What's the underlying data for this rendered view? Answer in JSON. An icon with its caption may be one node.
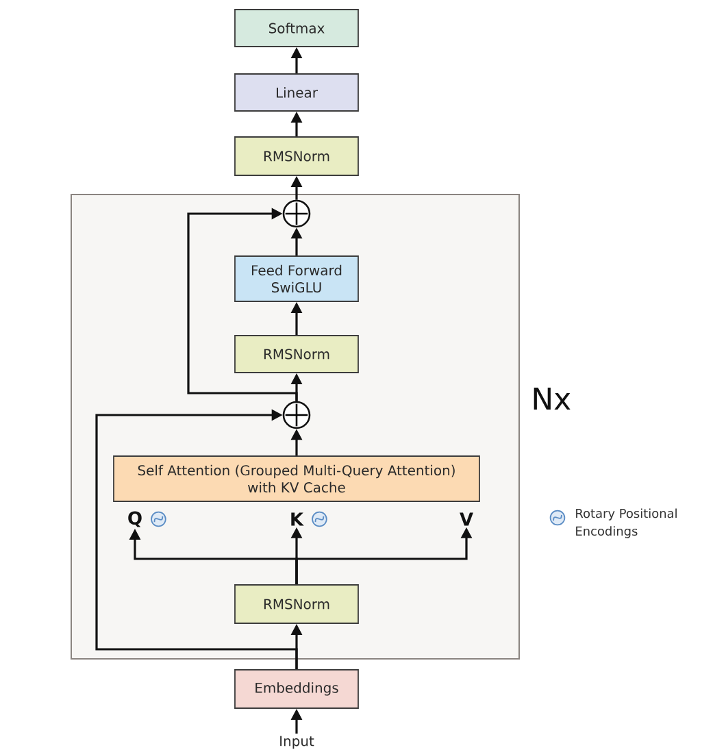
{
  "diagram": {
    "nodes": [
      {
        "text": [
          "Softmax"
        ]
      },
      {
        "text": [
          "Linear"
        ]
      },
      {
        "text": [
          "RMSNorm"
        ]
      },
      {
        "text": [
          "Nx"
        ]
      },
      {
        "text": [],
        "shape": "circle",
        "in": 3
      },
      {
        "text": [
          "Feed Forward SwiGLU"
        ],
        "in": 3
      },
      {
        "text": [
          "RMSNorm"
        ],
        "in": 3
      },
      {
        "text": [],
        "shape": "circle",
        "in": 3
      },
      {
        "text": [
          "Self Attention (Grouped Multi-Query Attention) with KV Cache"
        ],
        "in": 3
      },
      {
        "text": [
          "Q"
        ],
        "in": 3
      },
      {
        "text": [
          "K"
        ],
        "in": 3
      },
      {
        "text": [
          "V"
        ],
        "in": 3
      },
      {
        "text": [
          "RMSNorm"
        ],
        "in": 3
      },
      {
        "text": [
          "Embeddings"
        ]
      },
      {
        "text": [
          "Input"
        ]
      }
    ],
    "edges": [
      {
        "from": 14,
        "to": 13,
        "arrow": "to"
      },
      {
        "from": 13,
        "to": 12,
        "arrow": "to"
      },
      {
        "from": 13,
        "to": 7,
        "arrow": "to"
      },
      {
        "from": 12,
        "to": 9,
        "arrow": "to"
      },
      {
        "from": 12,
        "to": 10,
        "arrow": "to"
      },
      {
        "from": 12,
        "to": 11,
        "arrow": "to"
      },
      {
        "from": 8,
        "to": 7,
        "arrow": "to"
      },
      {
        "from": 7,
        "to": 6,
        "arrow": "to"
      },
      {
        "from": 7,
        "to": 4,
        "arrow": "to"
      },
      {
        "from": 6,
        "to": 5,
        "arrow": "to"
      },
      {
        "from": 5,
        "to": 4,
        "arrow": "to"
      },
      {
        "from": 4,
        "to": 2,
        "arrow": "to"
      },
      {
        "from": 2,
        "to": 1,
        "arrow": "to"
      },
      {
        "from": 1,
        "to": 0,
        "arrow": "to"
      }
    ],
    "legend": [
      {
        "text": "Rotary Positional Encodings"
      }
    ]
  }
}
